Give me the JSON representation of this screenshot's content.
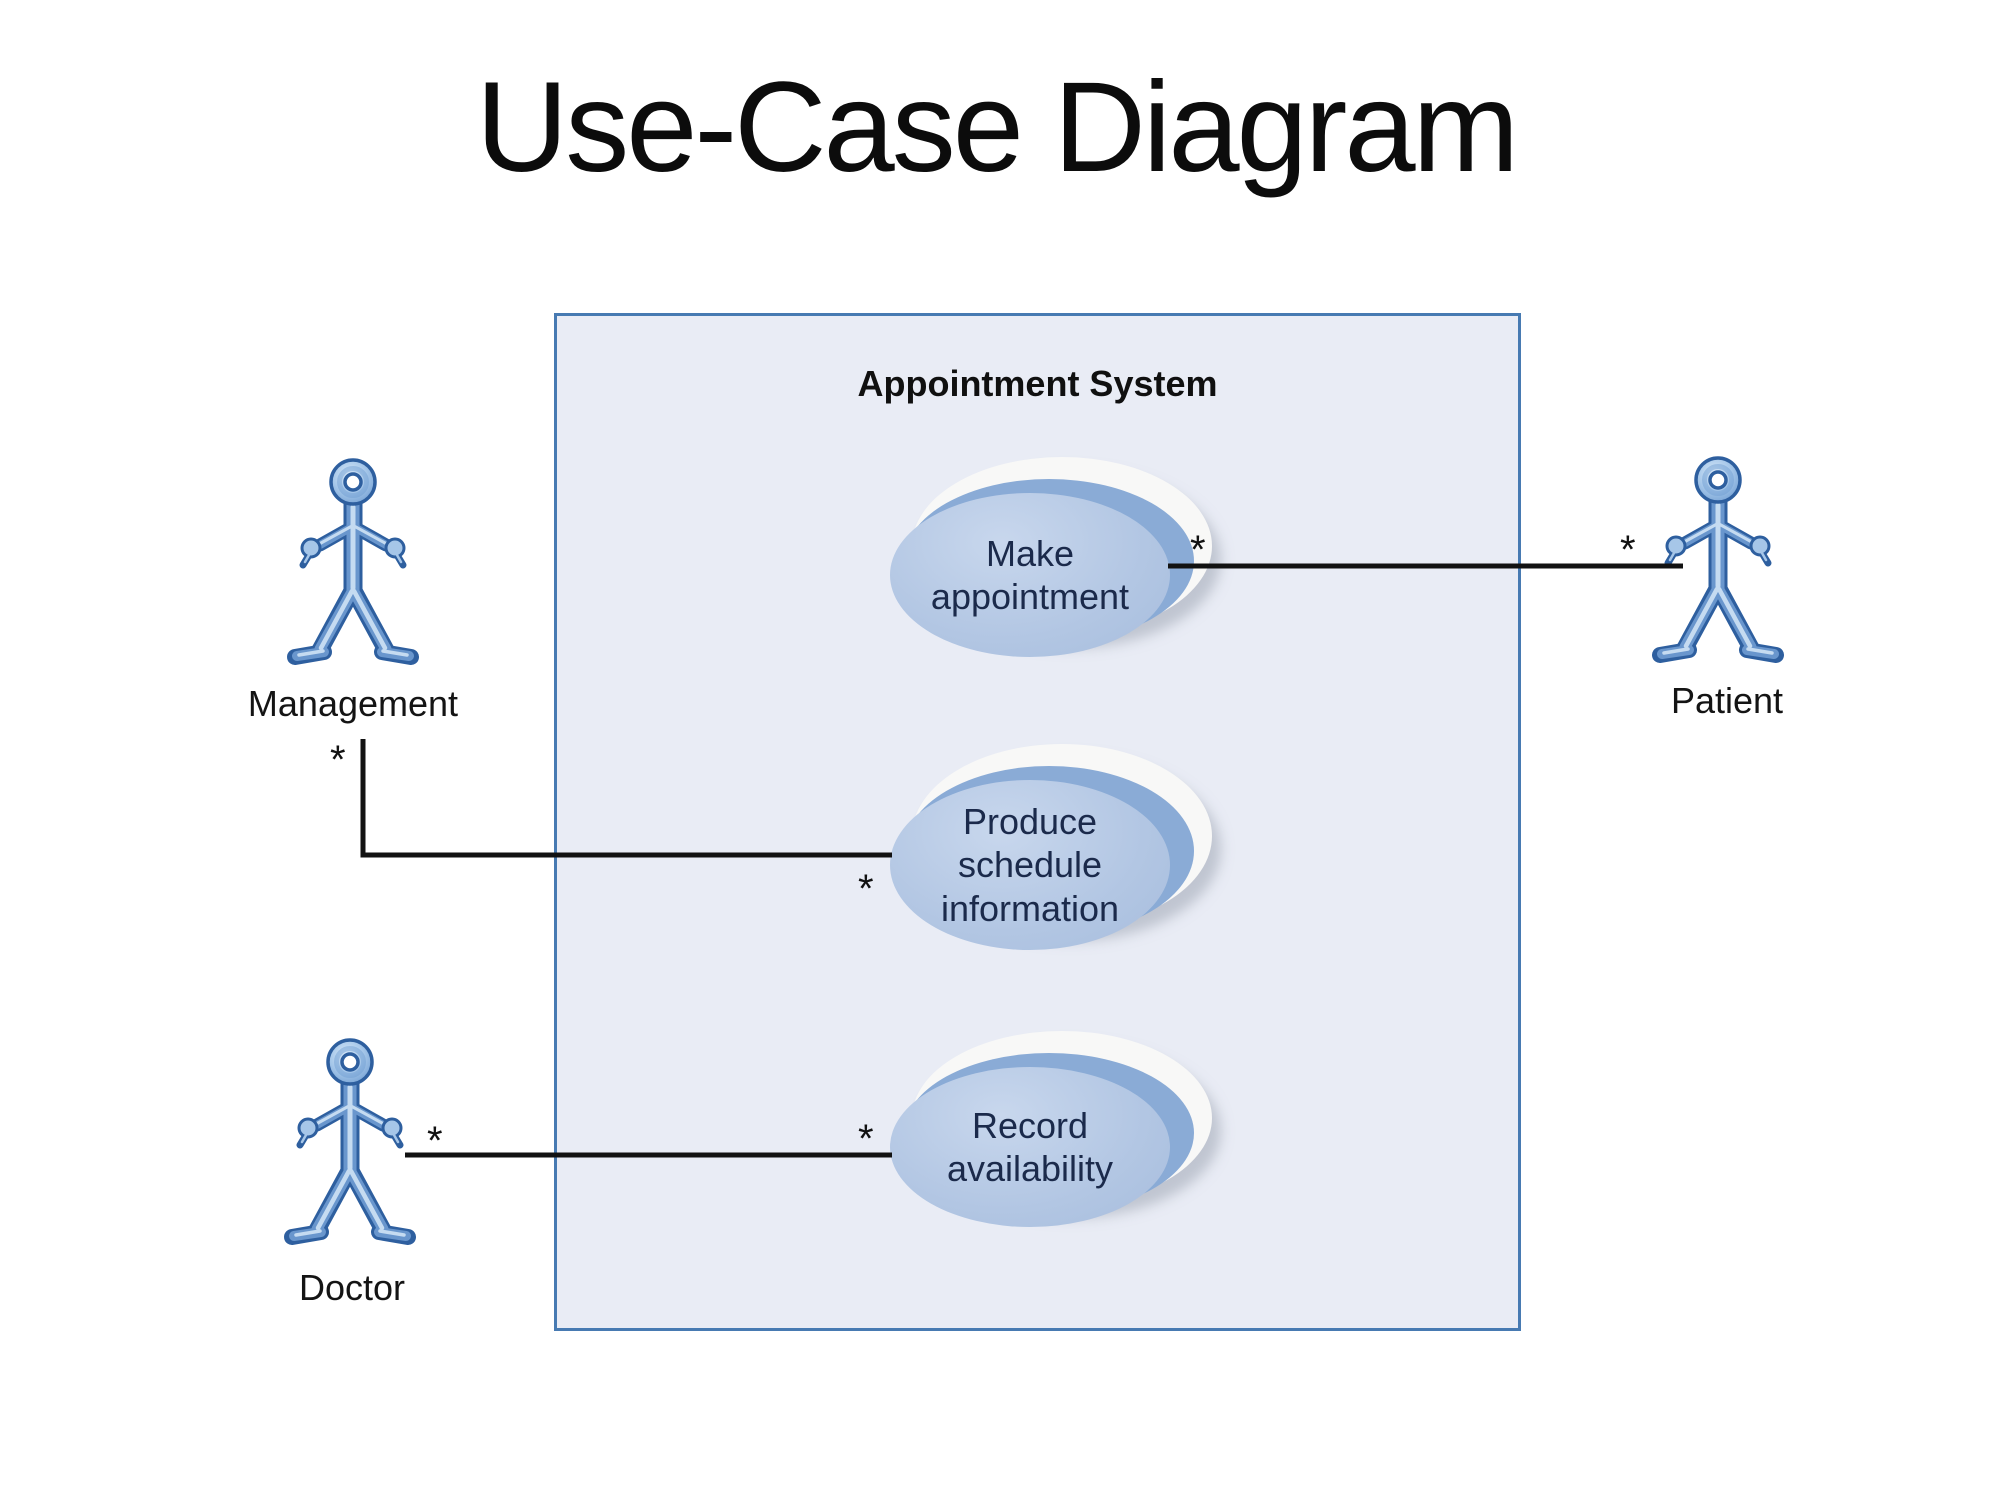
{
  "title": "Use-Case Diagram",
  "system": {
    "label": "Appointment System"
  },
  "actors": [
    {
      "name": "Management"
    },
    {
      "name": "Doctor"
    },
    {
      "name": "Patient"
    }
  ],
  "use_cases": [
    {
      "name": "Make appointment"
    },
    {
      "name": "Produce schedule information"
    },
    {
      "name": "Record availability"
    }
  ],
  "associations": [
    {
      "from": "Patient",
      "to": "Make appointment",
      "source_multiplicity": "*",
      "target_multiplicity": "*"
    },
    {
      "from": "Management",
      "to": "Produce schedule information",
      "source_multiplicity": "*",
      "target_multiplicity": "*"
    },
    {
      "from": "Doctor",
      "to": "Record availability",
      "source_multiplicity": "*",
      "target_multiplicity": "*"
    }
  ],
  "colors": {
    "actor_outline": "#2e5f9f",
    "actor_fill": "#a6c6e8",
    "usecase_fill": "#b2c6e3",
    "usecase_accent": "#8aabd6",
    "usecase_text": "#1b2a4b",
    "system_box_fill": "#e9ecf5",
    "system_box_border": "#477ab2",
    "connector": "#121212"
  }
}
